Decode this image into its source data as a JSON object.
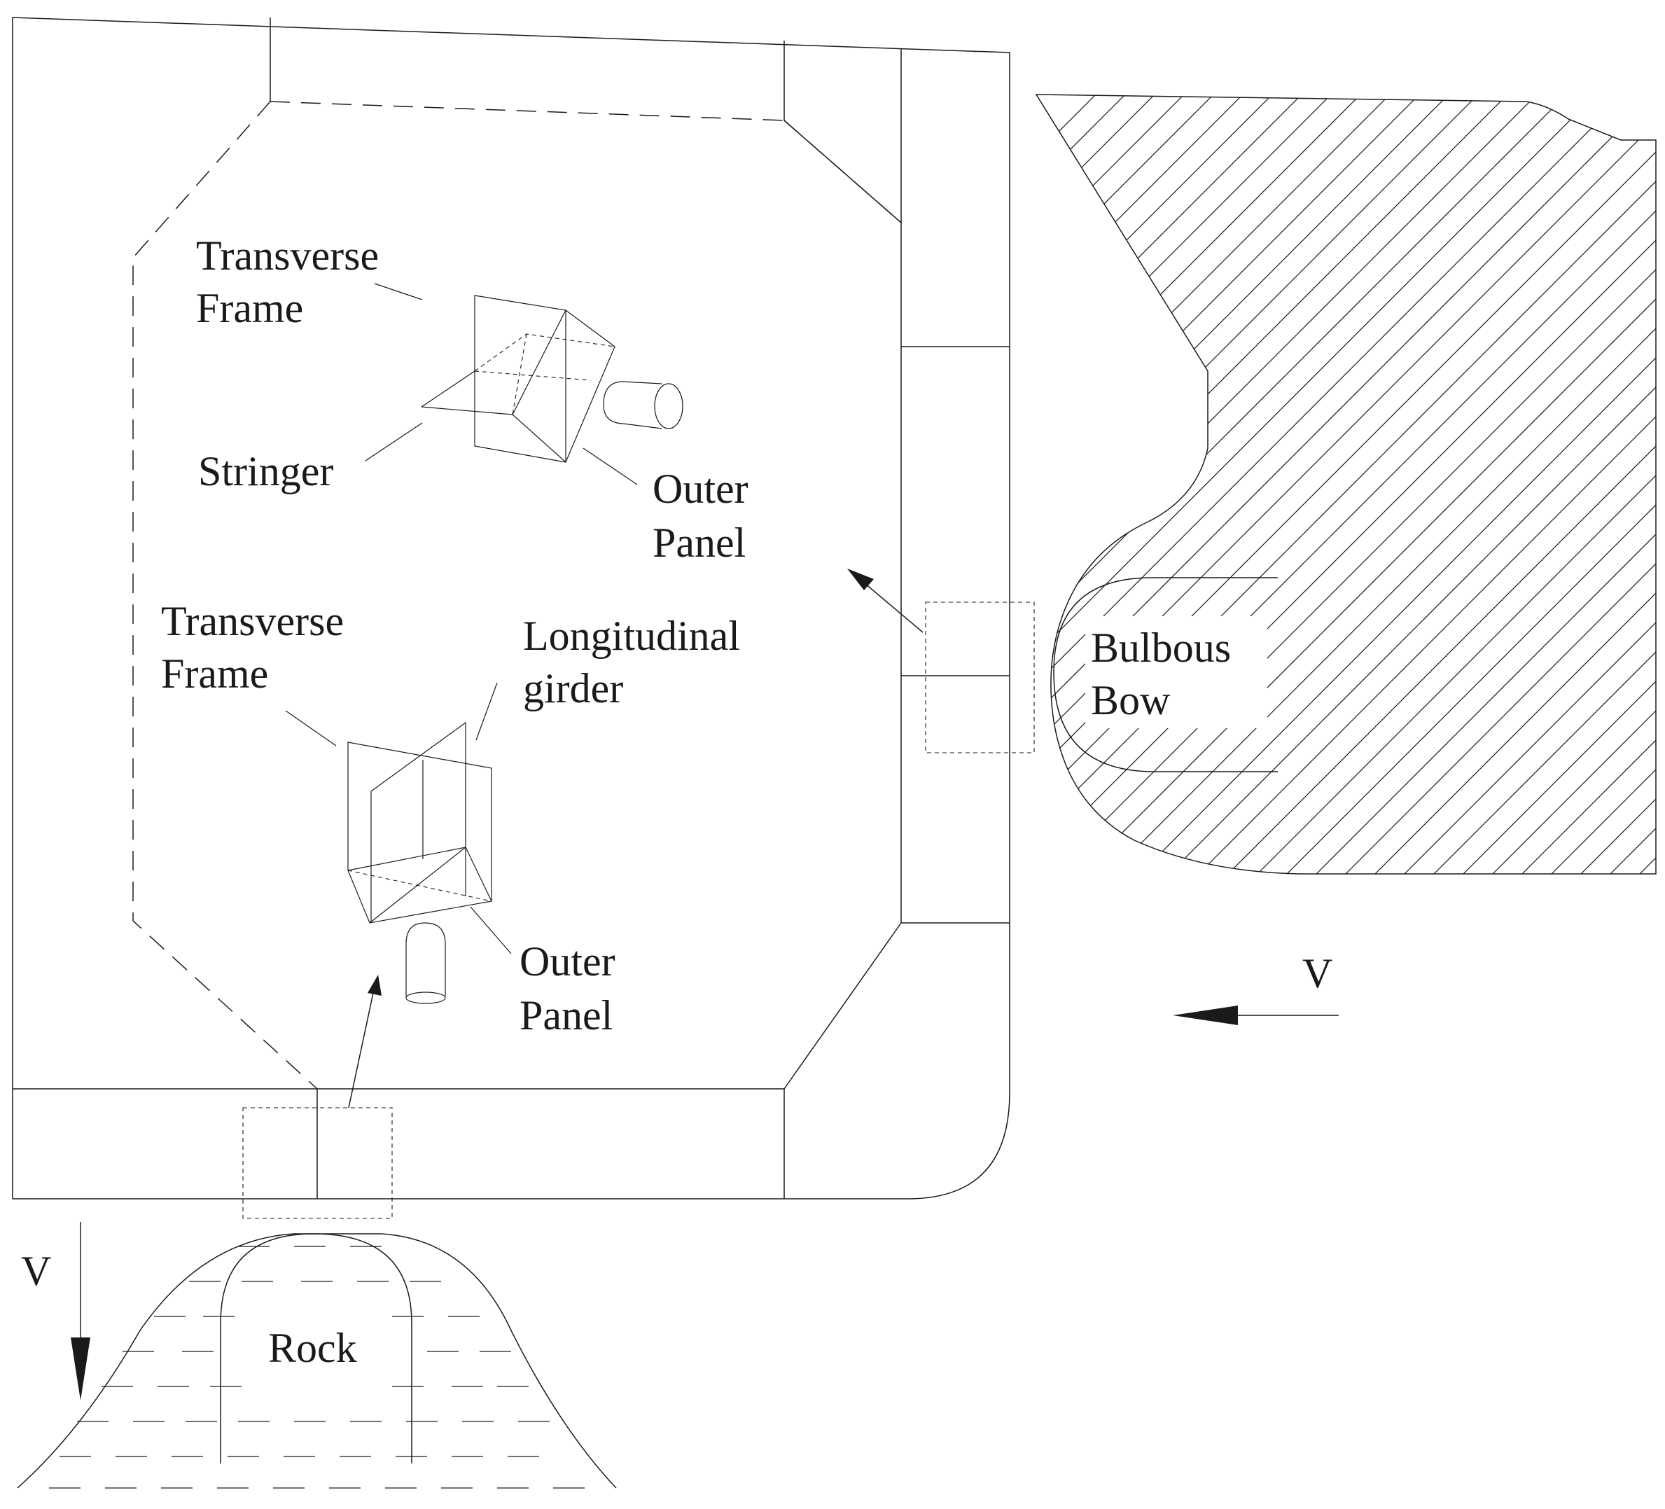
{
  "labels": {
    "transverse_frame_1": [
      "Transverse",
      "Frame"
    ],
    "stringer": "Stringer",
    "outer_panel_1": [
      "Outer",
      "Panel"
    ],
    "transverse_frame_2": [
      "Transverse",
      "Frame"
    ],
    "longitudinal_girder": [
      "Longitudinal",
      "girder"
    ],
    "outer_panel_2": [
      "Outer",
      "Panel"
    ],
    "bulbous_bow": [
      "Bulbous",
      "Bow"
    ],
    "velocity_side": "V",
    "velocity_bottom": "V",
    "rock": "Rock"
  },
  "colors": {
    "line": "#1a1a1a",
    "background": "#ffffff"
  }
}
